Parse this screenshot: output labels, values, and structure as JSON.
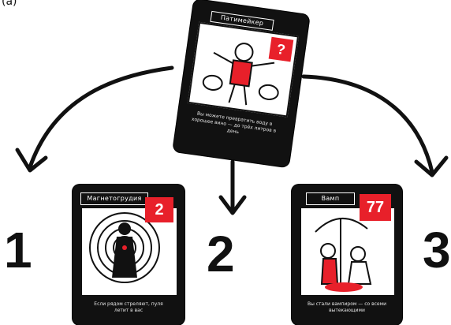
{
  "figure_label": "(a)",
  "cards": [
    {
      "title": "Патимейкер",
      "badge": "?",
      "desc": "Вы можете превратить воду в хорошее вино — до трёх литров в день"
    },
    {
      "title": "Магнетогрудия",
      "badge": "2",
      "desc": "Если рядом стреляют, пуля летит в вас"
    },
    {
      "title": "Вамп",
      "badge": "77",
      "desc": "Вы стали вампиром — со всеми вытекающими"
    }
  ],
  "numbers": [
    "1",
    "2",
    "3"
  ],
  "colors": {
    "badge": "#e8202a",
    "card": "#111111",
    "arrow": "#111111"
  }
}
